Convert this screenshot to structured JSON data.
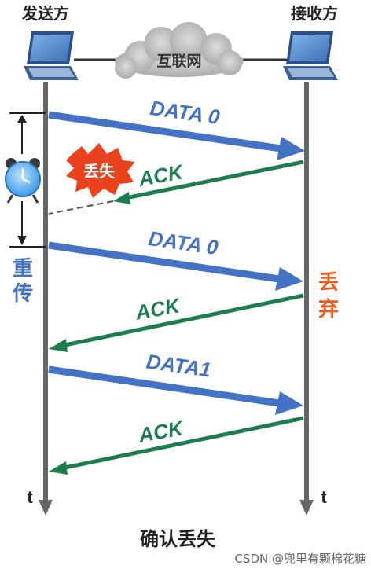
{
  "participants": {
    "sender": "发送方",
    "receiver": "接收方",
    "network": "互联网"
  },
  "time_axis_label": "t",
  "messages": {
    "data0_first": "DATA 0",
    "ack_lost": "ACK",
    "data0_retransmit": "DATA 0",
    "ack_second": "ACK",
    "data1": "DATA1",
    "ack_third": "ACK"
  },
  "annotations": {
    "lost": "丢失",
    "retransmit": "重传",
    "discard": "丢弃"
  },
  "caption": "确认丢失",
  "watermark": "CSDN @兜里有颗棉花糖",
  "colors": {
    "data_arrow": "#4472c4",
    "ack_arrow": "#1e7d4e",
    "annotation_red": "#f05a1f",
    "timeline": "#666666",
    "laptop": "#4a7fc1"
  }
}
